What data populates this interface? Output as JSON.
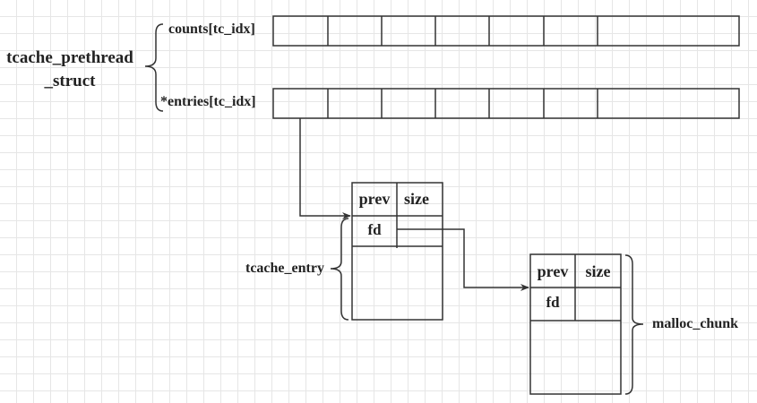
{
  "struct_name": {
    "line1": "tcache_prethread",
    "line2": "_struct"
  },
  "counts_label": "counts[tc_idx]",
  "entries_label": "*entries[tc_idx]",
  "tcache_entry": {
    "label": "tcache_entry",
    "prev": "prev",
    "size": "size",
    "fd": "fd"
  },
  "malloc_chunk": {
    "label": "malloc_chunk",
    "prev": "prev",
    "size": "size",
    "fd": "fd"
  },
  "colors": {
    "stroke": "#333333",
    "grid": "#e6e6e6",
    "text": "#222222"
  }
}
